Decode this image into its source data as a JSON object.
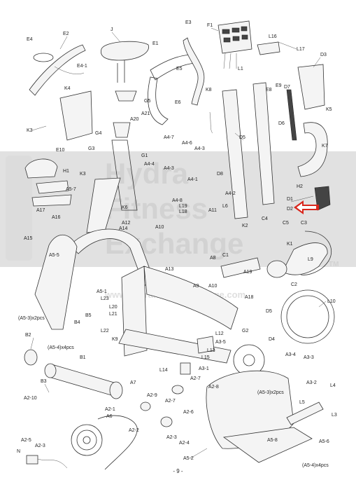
{
  "watermark": {
    "brand_top": "Hydra",
    "brand_mid": "Fitness",
    "brand_bottom": "Exchange",
    "url": "www.hydrafitnessexchange.com",
    "tm": "TM"
  },
  "page_number": "- 9 -",
  "colors": {
    "arrow": "#d9261c",
    "band": "#c8c8c8",
    "line": "#333333"
  },
  "labels": {
    "E2": "E2",
    "E4": "E4",
    "E4-1": "E4-1",
    "J": "J",
    "E3": "E3",
    "E1": "E1",
    "E5": "E5",
    "F1": "F1",
    "L16": "L16",
    "L17": "L17",
    "D3": "D3",
    "K4": "K4",
    "K3": "K3",
    "E10": "E10",
    "G5": "G5",
    "A21": "A21",
    "E6": "E6",
    "K8": "K8",
    "L1": "L1",
    "E8": "E8",
    "E9": "E9",
    "D7": "D7",
    "K5": "K5",
    "G4": "G4",
    "A20": "A20",
    "A4-7": "A4-7",
    "A4-6": "A4-6",
    "A4-3a": "A4-3",
    "D5": "D5",
    "D6": "D6",
    "K7": "K7",
    "G3": "G3",
    "G1": "G1",
    "A4-4": "A4-4",
    "A4-3b": "A4-3",
    "H1": "H1",
    "K3b": "K3",
    "D8": "D8",
    "A5-7": "A5-7",
    "A4-1": "A4-1",
    "H2": "H2",
    "A4-2": "A4-2",
    "A4-8": "A4-8",
    "L19": "L19",
    "L18": "L18",
    "L6": "L6",
    "D1": "D1",
    "A17": "A17",
    "K6": "K6",
    "A11": "A11",
    "D2": "D2",
    "A16": "A16",
    "A12": "A12",
    "A14": "A14",
    "A10": "A10",
    "K2": "K2",
    "C4": "C4",
    "C5": "C5",
    "C3": "C3",
    "A15": "A15",
    "K1": "K1",
    "C1": "C1",
    "A5-5": "A5-5",
    "A8": "A8",
    "L9": "L9",
    "A13": "A13",
    "A19": "A19",
    "C2": "C2",
    "A5-1": "A5-1",
    "A9": "A9",
    "A10b": "A10",
    "L23": "L23",
    "A18": "A18",
    "L10": "L10",
    "L20": "L20",
    "L21": "L21",
    "B5": "B5",
    "D5b": "D5",
    "A5-3x2": "(A5-3)x2pcs",
    "L22": "L22",
    "B4": "B4",
    "L12": "L12",
    "G2": "G2",
    "B2": "B2",
    "A5-4x4": "(A5-4)x4pcs",
    "K9": "K9",
    "A3-5": "A3-5",
    "D4": "D4",
    "L13": "L13",
    "A3-1": "A3-1",
    "A3-4": "A3-4",
    "B1": "B1",
    "A3-3": "A3-3",
    "L14": "L14",
    "A2-7a": "A2-7",
    "A7": "A7",
    "B3": "B3",
    "A2-8": "A2-8",
    "A5-3x2b": "(A5-3)x2pcs",
    "A3-2": "A3-2",
    "L4": "L4",
    "A2-10": "A2-10",
    "A2-9": "A2-9",
    "A2-7b": "A2-7",
    "L5": "L5",
    "L3": "L3",
    "A2-1": "A2-1",
    "A6": "A6",
    "A2-6": "A2-6",
    "A2-2": "A2-2",
    "A2-5": "A2-5",
    "A2-3a": "A2-3",
    "A2-3b": "A2-3",
    "A2-4": "A2-4",
    "A5-8": "A5-8",
    "A5-6": "A5-6",
    "N": "N",
    "A5-2": "A5-2",
    "A5-4x4b": "(A5-4)x4pcs",
    "L15": "L15"
  }
}
